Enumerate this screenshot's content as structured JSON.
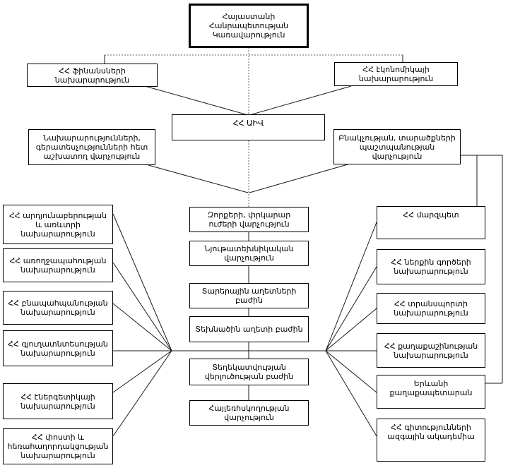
{
  "nodes": {
    "root": "Հայաստանի Հանրապետության Կառավարություն",
    "finance": "ՀՀ ֆինանսների նախարարություն",
    "economy": "ՀՀ էկոնոմիկայի նախարարություն",
    "aiv": "ՀՀ ԱԻՎ",
    "ministries_dept": "Նախարարությունների, գերատեսչությունների հետ աշխատող վարչություն",
    "population_dept": "Բնակչության, տարածքների պաշտպանության վարչություն",
    "left": [
      "ՀՀ արդյունաբերության և առևտրի նախարարություն",
      "ՀՀ առողջապահության նախարարություն",
      "ՀՀ բնապահպանության նախարարություն",
      "ՀՀ գյուղատնտեսության նախարարություն",
      "ՀՀ էներգետիկայի նախարարություն",
      "ՀՀ փոստի և հեռահաղորդակցության նախարարություն"
    ],
    "middle": [
      "Զորքերի, փրկարար ուժերի վարչություն",
      "Նյութատեխնիկական վարչություն",
      "Տարերային աղետների բաժին",
      "Տեխնածին աղետի բաժին",
      "Տեղեկատվության վերլուծության բաժին",
      "Հայլեռհսկողության վարչություն"
    ],
    "right": [
      "ՀՀ մարզպետ",
      "ՀՀ ներքին գործերի նախարարություն",
      "ՀՀ տրանսպորտի նախարարություն",
      "ՀՀ քաղաքաշինության նախարարություն",
      "Երևանի քաղաքապետարան",
      "ՀՀ գիտությունների ազգային ակադեմիա"
    ],
    "line_colors": {
      "solid": "#1a1a1a",
      "dashed": "#666666"
    }
  }
}
